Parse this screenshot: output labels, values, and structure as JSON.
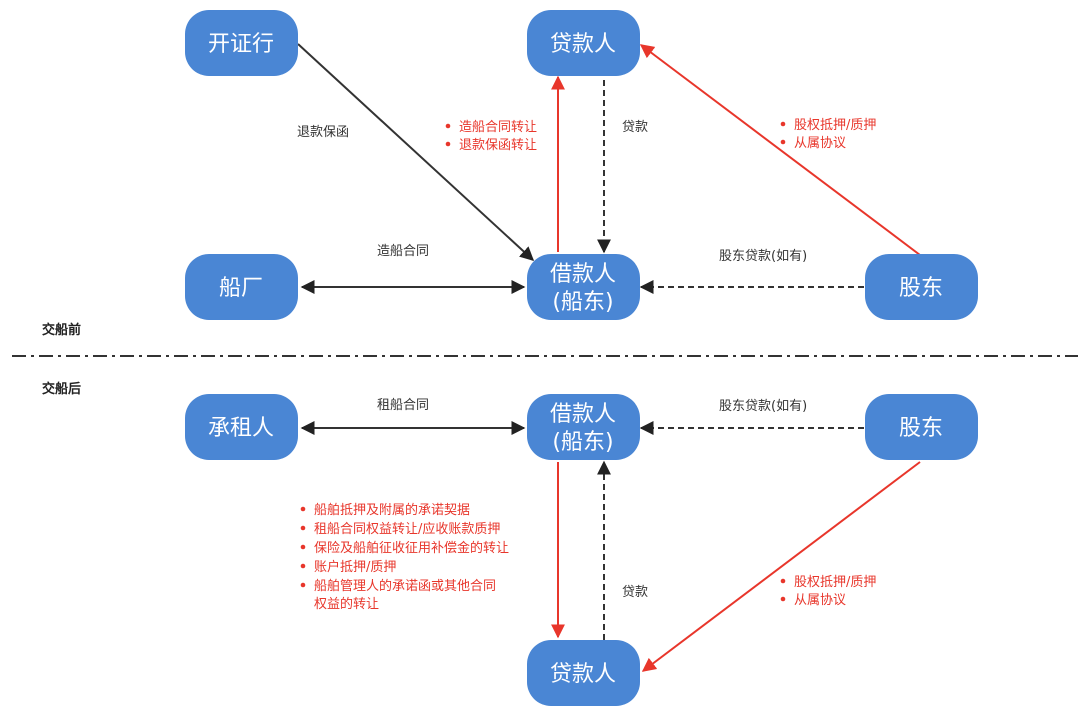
{
  "colors": {
    "node": "#4a86d4",
    "red": "#e8362b",
    "dark": "#333333"
  },
  "sections": {
    "before": "交船前",
    "after": "交船后"
  },
  "before": {
    "nodes": {
      "bank": "开证行",
      "lender": "贷款人",
      "shipyard": "船厂",
      "borrower_line1": "借款人",
      "borrower_line2": "(船东)",
      "shareholder": "股东"
    },
    "labels": {
      "refund_guarantee": "退款保函",
      "shipbuilding_contract": "造船合同",
      "loan": "贷款",
      "shareholder_loan": "股东贷款(如有)"
    },
    "security_borrower_to_lender": [
      "造船合同转让",
      "退款保函转让"
    ],
    "security_shareholder_to_lender": [
      "股权抵押/质押",
      "从属协议"
    ]
  },
  "after": {
    "nodes": {
      "charterer": "承租人",
      "borrower_line1": "借款人",
      "borrower_line2": "(船东)",
      "shareholder": "股东",
      "lender": "贷款人"
    },
    "labels": {
      "charter_contract": "租船合同",
      "shareholder_loan": "股东贷款(如有)",
      "loan": "贷款"
    },
    "security_borrower_to_lender": [
      "船舶抵押及附属的承诺契据",
      "租船合同权益转让/应收账款质押",
      "保险及船舶征收征用补偿金的转让",
      "账户抵押/质押",
      "船舶管理人的承诺函或其他合同",
      "权益的转让"
    ],
    "security_shareholder_to_lender": [
      "股权抵押/质押",
      "从属协议"
    ]
  }
}
